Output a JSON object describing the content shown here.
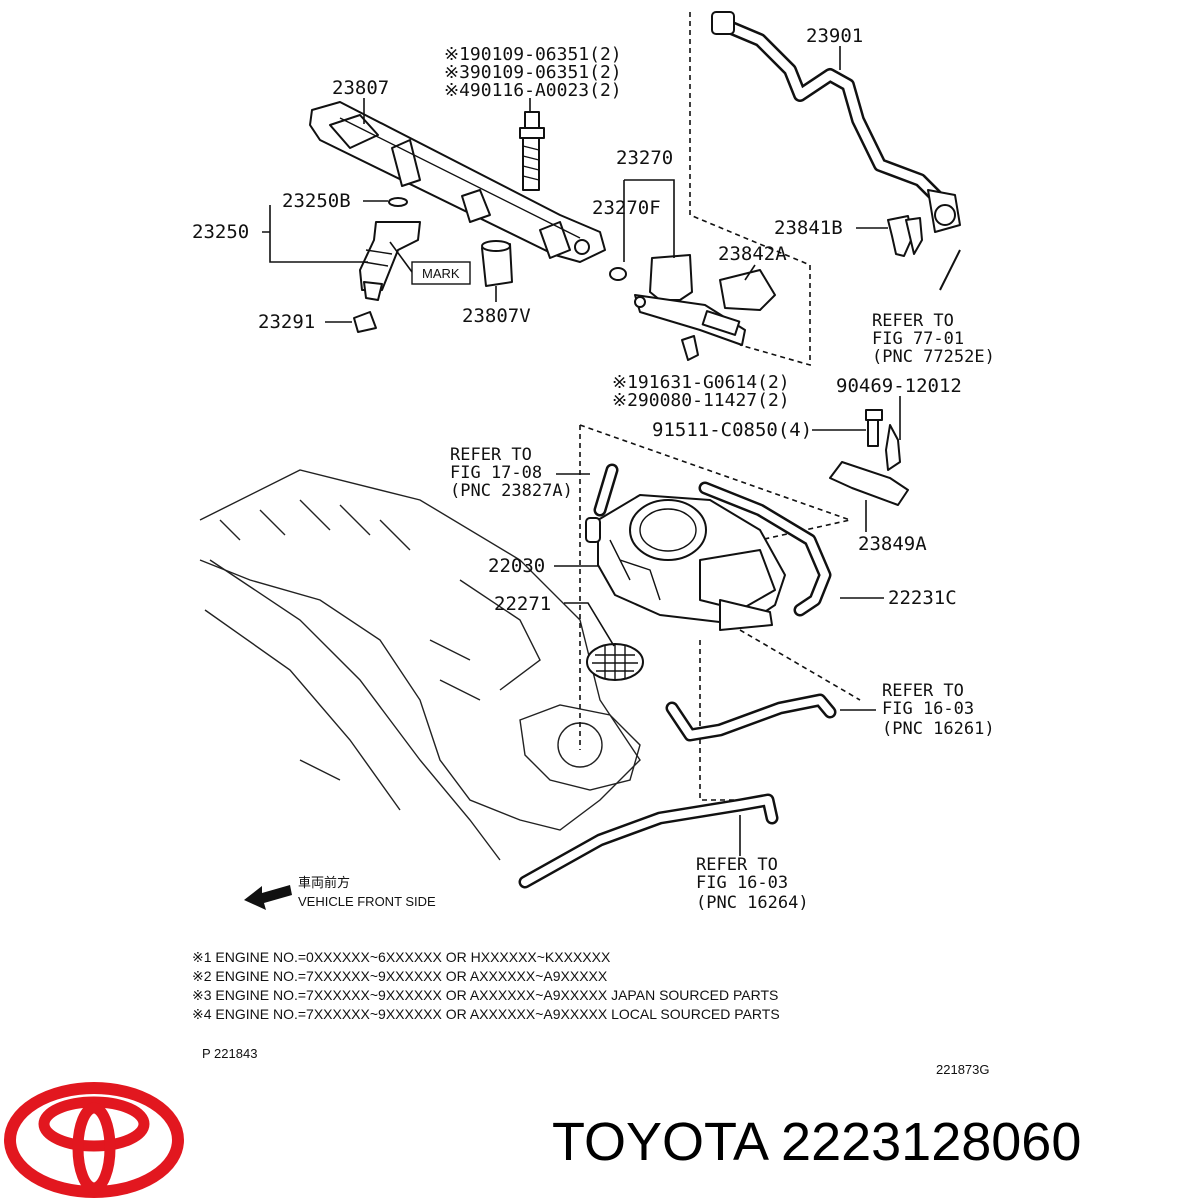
{
  "parts": {
    "p23901": "23901",
    "p23807": "23807",
    "p23270": "23270",
    "p23270F": "23270F",
    "p23250B": "23250B",
    "p23250": "23250",
    "mark": "MARK",
    "p23291": "23291",
    "p23807V": "23807V",
    "p23841B": "23841B",
    "p23842A": "23842A",
    "p90469": "90469-12012",
    "p91511": "91511-C0850(4)",
    "p23849A": "23849A",
    "p22030": "22030",
    "p22271": "22271",
    "p22231C": "22231C"
  },
  "bolt_refs": [
    "※190109-06351(2)",
    "※390109-06351(2)",
    "※490116-A0023(2)"
  ],
  "sensor_refs": [
    "※191631-G0614(2)",
    "※290080-11427(2)"
  ],
  "refer_blocks": {
    "r7701": [
      "REFER TO",
      "FIG 77-01",
      "(PNC 77252E)"
    ],
    "r1708": [
      "REFER TO",
      "FIG 17-08",
      "(PNC 23827A)"
    ],
    "r16261": [
      "REFER TO",
      "FIG 16-03",
      "(PNC 16261)"
    ],
    "r16264": [
      "REFER TO",
      "FIG 16-03",
      "(PNC 16264)"
    ]
  },
  "front": {
    "jp": "車両前方",
    "en": "VEHICLE FRONT SIDE"
  },
  "notes": [
    "※1 ENGINE NO.=0XXXXXX~6XXXXXX OR HXXXXXX~KXXXXXX",
    "※2 ENGINE NO.=7XXXXXX~9XXXXXX OR AXXXXXX~A9XXXXX",
    "※3 ENGINE NO.=7XXXXXX~9XXXXXX OR AXXXXXX~A9XXXXX JAPAN SOURCED PARTS",
    "※4 ENGINE NO.=7XXXXXX~9XXXXXX OR AXXXXXX~A9XXXXX LOCAL SOURCED PARTS"
  ],
  "page_code": "P  221843",
  "diagram_code": "221873G",
  "brand_text": "TOYOTA 2223128060",
  "colors": {
    "logo_red": "#e2171f",
    "ink": "#111111"
  }
}
